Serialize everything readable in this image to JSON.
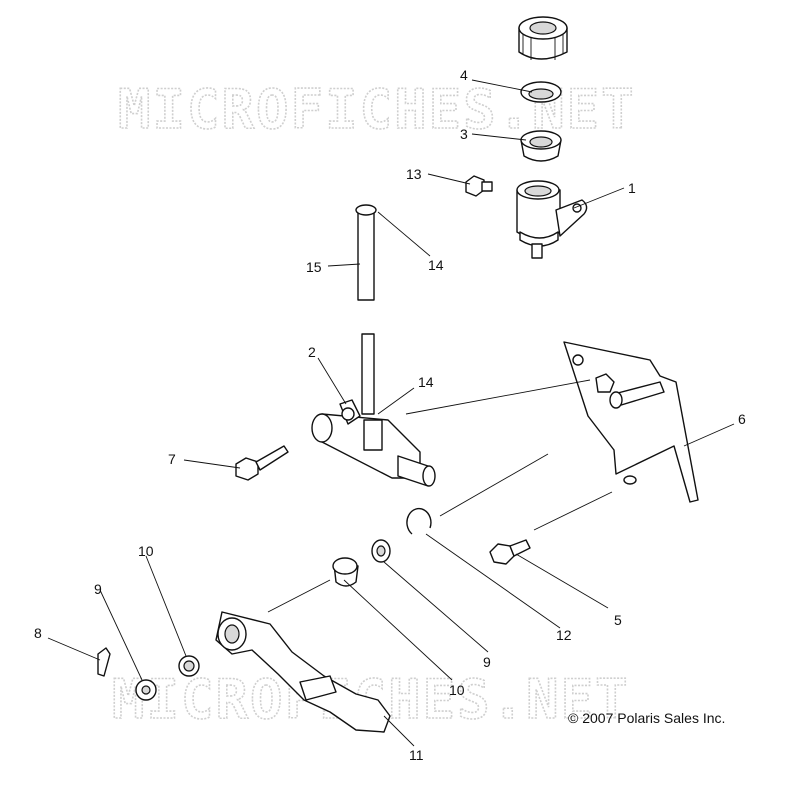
{
  "watermark": {
    "text": "MICROFICHES.NET"
  },
  "copyright": "© 2007 Polaris Sales Inc.",
  "callouts": {
    "c1": "1",
    "c2": "2",
    "c3": "3",
    "c4": "4",
    "c5": "5",
    "c6": "6",
    "c7": "7",
    "c8": "8",
    "c9a": "9",
    "c9b": "9",
    "c10a": "10",
    "c10b": "10",
    "c11": "11",
    "c12": "12",
    "c13": "13",
    "c14a": "14",
    "c14b": "14",
    "c15": "15"
  }
}
